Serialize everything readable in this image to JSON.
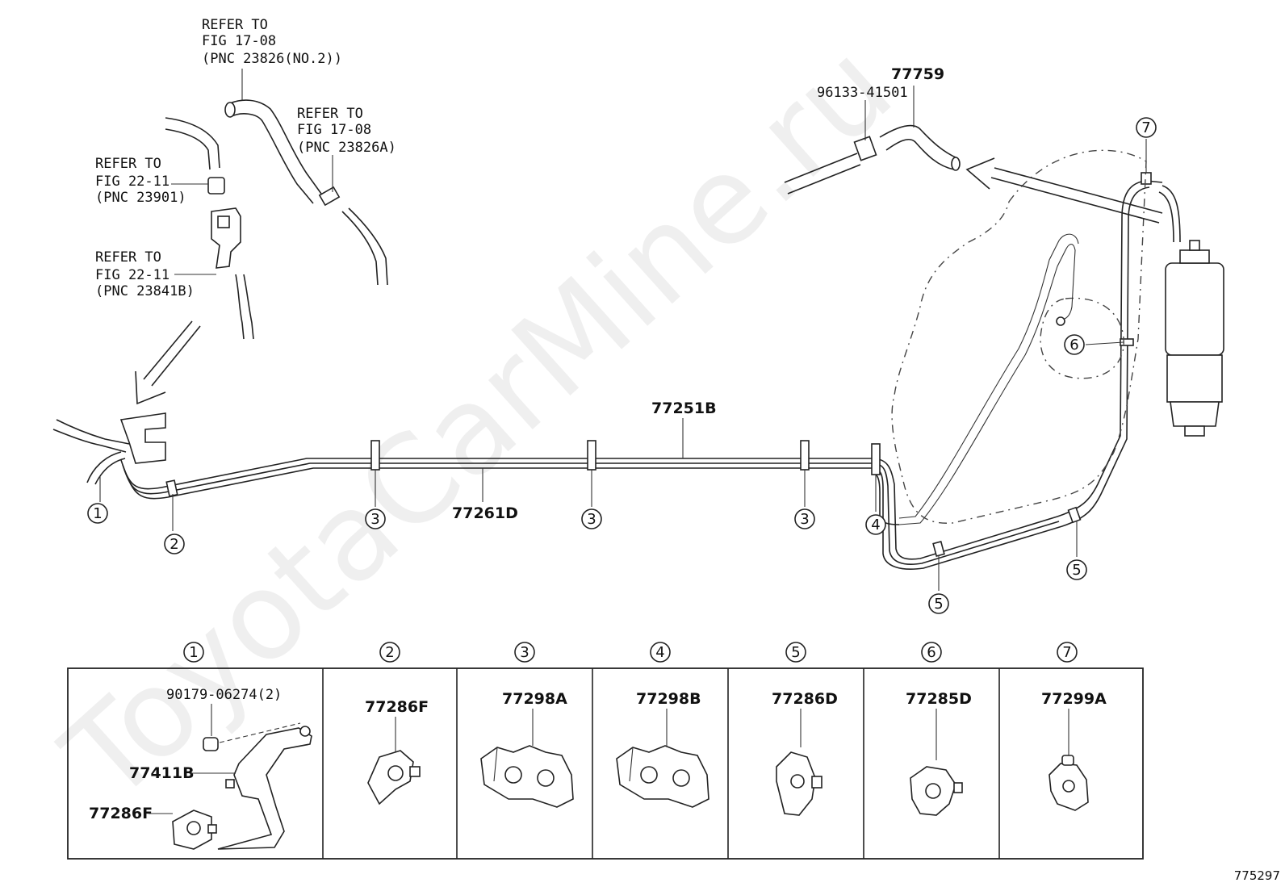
{
  "watermark": "ToyotaCarMine.ru",
  "doc_number": "775297",
  "refs": [
    {
      "line1": "REFER TO",
      "line2": "FIG 17-08",
      "line3": "(PNC 23826(NO.2))"
    },
    {
      "line1": "REFER TO",
      "line2": "FIG 17-08",
      "line3": "(PNC 23826A)"
    },
    {
      "line1": "REFER TO",
      "line2": "FIG 22-11",
      "line3": "(PNC 23901)"
    },
    {
      "line1": "REFER TO",
      "line2": "FIG 22-11",
      "line3": "(PNC 23841B)"
    }
  ],
  "parts": {
    "p77759": "77759",
    "p96133": "96133-41501",
    "p77251B": "77251B",
    "p77261D": "77261D"
  },
  "callouts": [
    "1",
    "2",
    "3",
    "3",
    "3",
    "4",
    "5",
    "5",
    "6",
    "7"
  ],
  "legend": [
    {
      "num": "1",
      "parts": [
        "90179-06274(2)",
        "77411B",
        "77286F"
      ]
    },
    {
      "num": "2",
      "parts": [
        "77286F"
      ]
    },
    {
      "num": "3",
      "parts": [
        "77298A"
      ]
    },
    {
      "num": "4",
      "parts": [
        "77298B"
      ]
    },
    {
      "num": "5",
      "parts": [
        "77286D"
      ]
    },
    {
      "num": "6",
      "parts": [
        "77285D"
      ]
    },
    {
      "num": "7",
      "parts": [
        "77299A"
      ]
    }
  ]
}
